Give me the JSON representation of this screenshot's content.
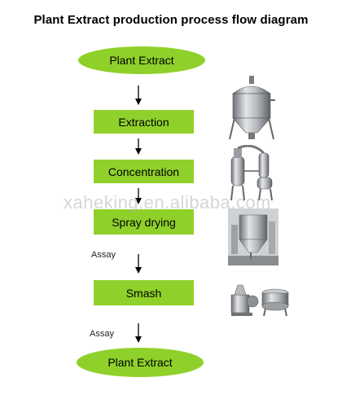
{
  "title": "Plant Extract production process flow diagram",
  "flow": {
    "start": "Plant Extract",
    "steps": [
      "Extraction",
      "Concentration",
      "Spray drying",
      "Smash"
    ],
    "end": "Plant Extract"
  },
  "notes": {
    "assay_1": "Assay",
    "assay_2": "Assay"
  },
  "watermark": "xaheking.en.alibaba.com",
  "colors": {
    "node_fill": "#8fd12a",
    "arrow": "#000000"
  },
  "images": [
    "extraction-tank",
    "concentrator",
    "spray-dryer",
    "grinder-and-sieve"
  ]
}
